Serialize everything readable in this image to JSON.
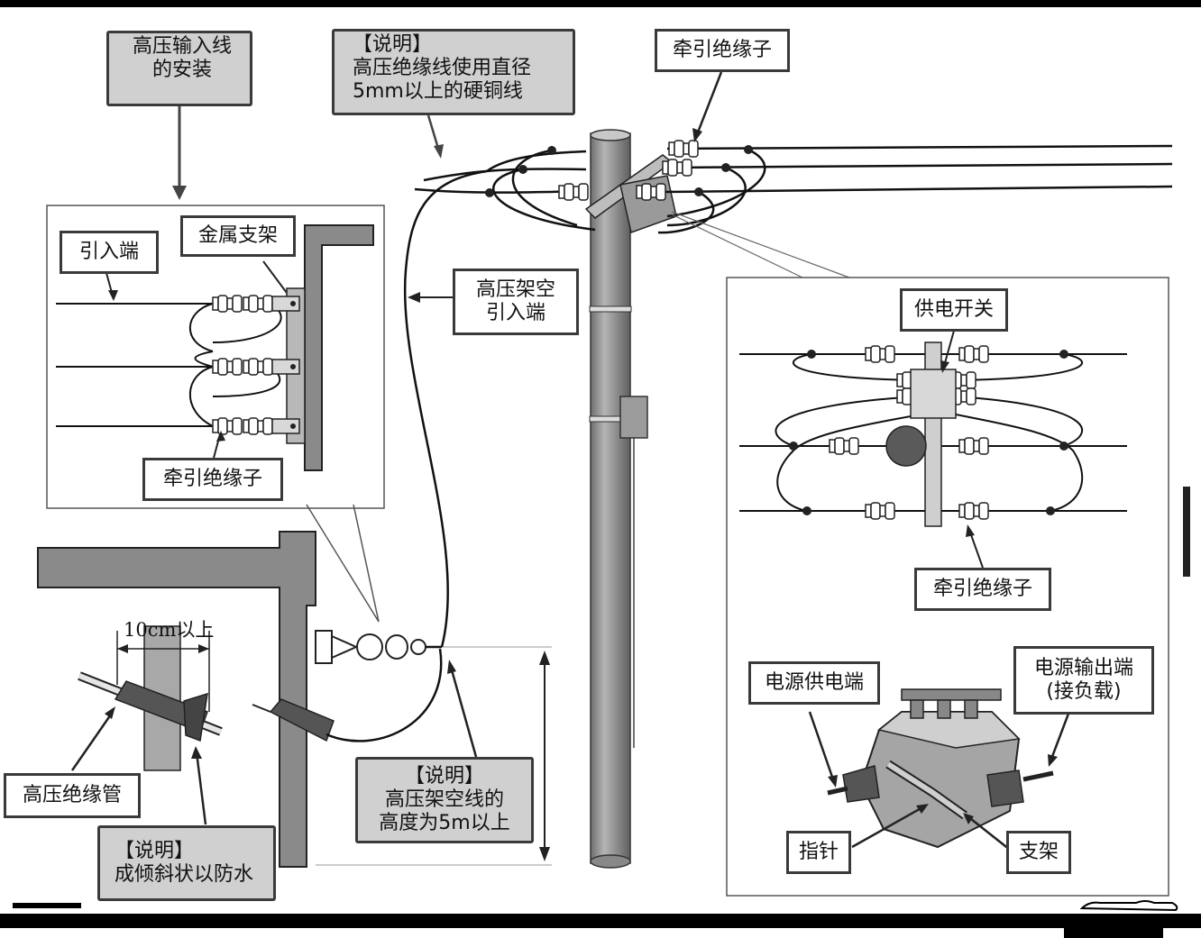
{
  "labels": {
    "hv_input_install": [
      "高压输入线",
      "的安装"
    ],
    "note_top": [
      "【说明】",
      "高压绝缘线使用直径",
      "5mm以上的硬铜线"
    ],
    "traction_insulator_top": "牵引绝缘子",
    "metal_bracket": "金属支架",
    "lead_in_end": "引入端",
    "hv_overhead_lead_in": [
      "高压架空",
      "引入端"
    ],
    "traction_insulator_left": "牵引绝缘子",
    "power_switch": "供电开关",
    "traction_insulator_right": "牵引绝缘子",
    "dimension_10cm": "10cm以上",
    "hv_insulation_tube": "高压绝缘管",
    "note_waterproof": [
      "【说明】",
      "成倾斜状以防水"
    ],
    "note_height": [
      "【说明】",
      "高压架空线的",
      "高度为5m以上"
    ],
    "power_supply_end": "电源供电端",
    "power_output_end": [
      "电源输出端",
      "(接负载)"
    ],
    "pointer": "指针",
    "bracket": "支架"
  },
  "colors": {
    "label_border": "#3a3a3a",
    "note_fill": "#d0d0d0",
    "pole_fill": "#9a9a9a",
    "wire": "#1a1a1a"
  }
}
